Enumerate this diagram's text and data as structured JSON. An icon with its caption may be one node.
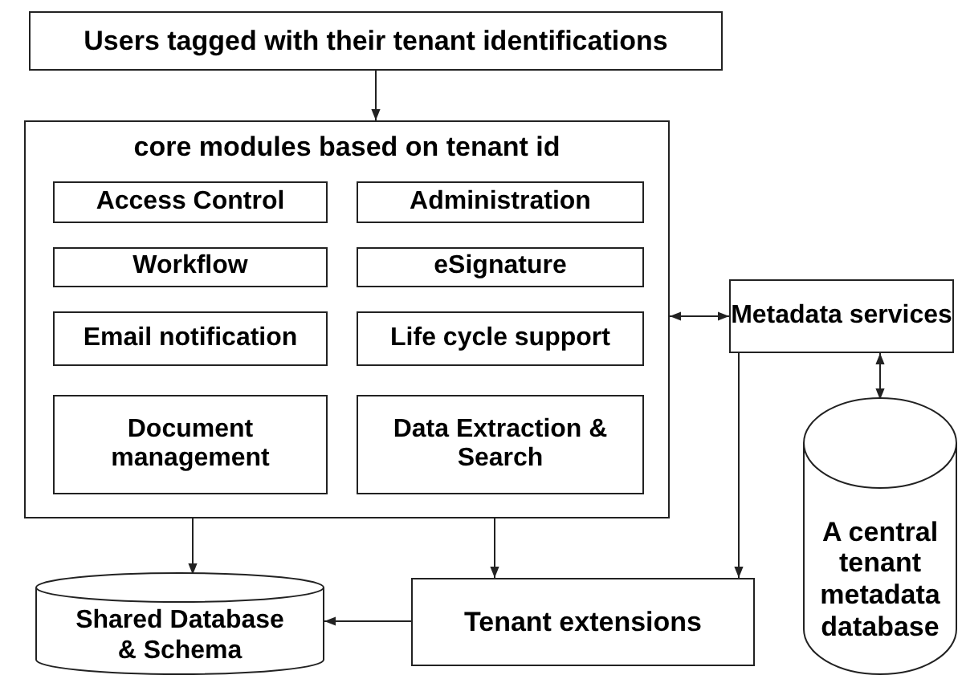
{
  "diagram": {
    "nodes": [
      {
        "text": [
          "Users tagged with their tenant identifications"
        ]
      },
      {
        "text": [
          "core modules based on tenant id"
        ]
      },
      {
        "text": [
          "Access Control"
        ],
        "in": 1
      },
      {
        "text": [
          "Administration"
        ],
        "in": 1
      },
      {
        "text": [
          "Workflow"
        ],
        "in": 1
      },
      {
        "text": [
          "eSignature"
        ],
        "in": 1
      },
      {
        "text": [
          "Email notification"
        ],
        "in": 1
      },
      {
        "text": [
          "Life cycle support"
        ],
        "in": 1
      },
      {
        "text": [
          "Document management"
        ],
        "in": 1
      },
      {
        "text": [
          "Data Extraction & Search"
        ],
        "in": 1
      },
      {
        "text": [
          "Metadata services"
        ]
      },
      {
        "text": [
          "A central tenant metadata database"
        ]
      },
      {
        "text": [
          "Shared Database & Schema"
        ]
      },
      {
        "text": [
          "Tenant extensions"
        ]
      }
    ],
    "edges": [
      {
        "from": 0,
        "to": 1,
        "arrow": "to"
      },
      {
        "from": 1,
        "to": 10,
        "arrow": "both"
      },
      {
        "from": 10,
        "to": 11,
        "arrow": "both"
      },
      {
        "from": 1,
        "to": 12,
        "arrow": "to"
      },
      {
        "from": 1,
        "to": 13,
        "arrow": "to"
      },
      {
        "from": 10,
        "to": 13,
        "arrow": "to"
      },
      {
        "from": 13,
        "to": 12,
        "arrow": "to"
      }
    ]
  }
}
